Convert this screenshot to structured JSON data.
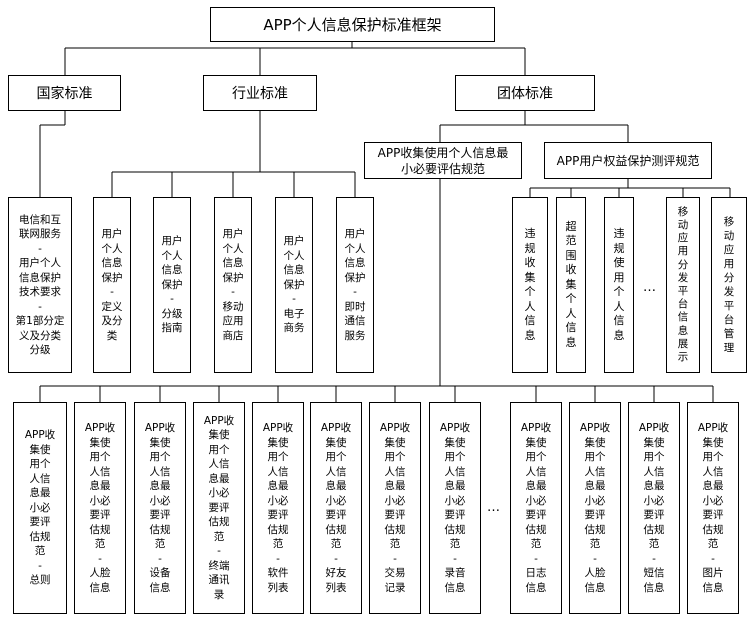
{
  "root": "APP个人信息保护标准框架",
  "level1": [
    "国家标准",
    "行业标准",
    "团体标准"
  ],
  "group": {
    "min_necessary": "APP收集使用个人信息最\n小必要评估规范",
    "rights": "APP用户权益保护测评规范"
  },
  "national": [
    "电信和互\n联网服务\n-\n用户个人\n信息保护\n技术要求\n-\n第1部分定\n义及分类\n分级"
  ],
  "industry": [
    "用户\n个人\n信息\n保护\n-\n定义\n及分\n类",
    "用户\n个人\n信息\n保护\n-\n分级\n指南",
    "用户\n个人\n信息\n保护\n-\n移动\n应用\n商店",
    "用户\n个人\n信息\n保护\n-\n电子\n商务",
    "用户\n个人\n信息\n保护\n-\n即时\n通信\n服务"
  ],
  "rights_items": [
    "违\n规\n收\n集\n个\n人\n信\n息",
    "超\n范\n围\n收\n集\n个\n人\n信\n息",
    "违\n规\n使\n用\n个\n人\n信\n息",
    "移\n动\n应\n用\n分\n发\n平\n台\n信\n息\n展\n示",
    "移\n动\n应\n用\n分\n发\n平\n台\n管\n理"
  ],
  "min_items": [
    "APP收\n集使\n用个\n人信\n息最\n小必\n要评\n估规\n范\n-\n总则",
    "APP收\n集使\n用个\n人信\n息最\n小必\n要评\n估规\n范\n-\n人脸\n信息",
    "APP收\n集使\n用个\n人信\n息最\n小必\n要评\n估规\n范\n-\n设备\n信息",
    "APP收\n集使\n用个\n人信\n息最\n小必\n要评\n估规\n范\n-\n终端\n通讯\n录",
    "APP收\n集使\n用个\n人信\n息最\n小必\n要评\n估规\n范\n-\n软件\n列表",
    "APP收\n集使\n用个\n人信\n息最\n小必\n要评\n估规\n范\n-\n好友\n列表",
    "APP收\n集使\n用个\n人信\n息最\n小必\n要评\n估规\n范\n-\n交易\n记录",
    "APP收\n集使\n用个\n人信\n息最\n小必\n要评\n估规\n范\n-\n录音\n信息",
    "APP收\n集使\n用个\n人信\n息最\n小必\n要评\n估规\n范\n-\n日志\n信息",
    "APP收\n集使\n用个\n人信\n息最\n小必\n要评\n估规\n范\n-\n人脸\n信息",
    "APP收\n集使\n用个\n人信\n息最\n小必\n要评\n估规\n范\n-\n短信\n信息",
    "APP收\n集使\n用个\n人信\n息最\n小必\n要评\n估规\n范\n-\n图片\n信息"
  ],
  "ellipsis": "…"
}
